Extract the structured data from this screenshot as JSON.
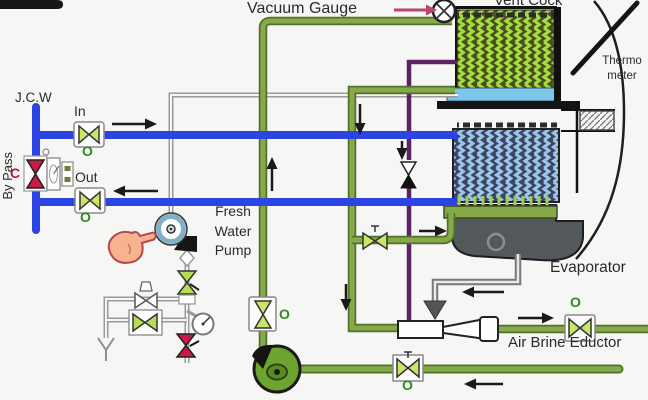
{
  "labels": {
    "jcw": "J.C.W",
    "bypass": "By Pass",
    "vacuum_gauge": "Vacuum Gauge",
    "vent_cock": "Vent Cock",
    "thermometer_line1": "Thermo",
    "thermometer_line2": "meter",
    "fresh_water_pump_lines": [
      "Fresh",
      "Water",
      "Pump"
    ],
    "evaporator": "Evaporator",
    "air_brine_eductor": "Air Brine Eductor"
  },
  "valves": {
    "jcw_inlet": {
      "label": "In",
      "state": "O"
    },
    "jcw_outlet": {
      "label": "Out",
      "state": "O"
    },
    "jcw_bypass": {
      "state": "C"
    },
    "pump_discharge": {
      "state": "O"
    },
    "sea_water_suction": {
      "state": "O"
    },
    "eductor_discharge": {
      "state": "O"
    }
  },
  "colors": {
    "jcw_pipe": "#2b44e2",
    "sea_water_pipe": "#7d9f44",
    "vacuum_air_pipe": "#5e2165",
    "distillate_pipe": "#9a9a9a",
    "open_state": "#2f8a1f",
    "closed_state": "#c11543",
    "condenser_coil": "#a6dc3e",
    "heating_coil": "#9cc3ea"
  }
}
